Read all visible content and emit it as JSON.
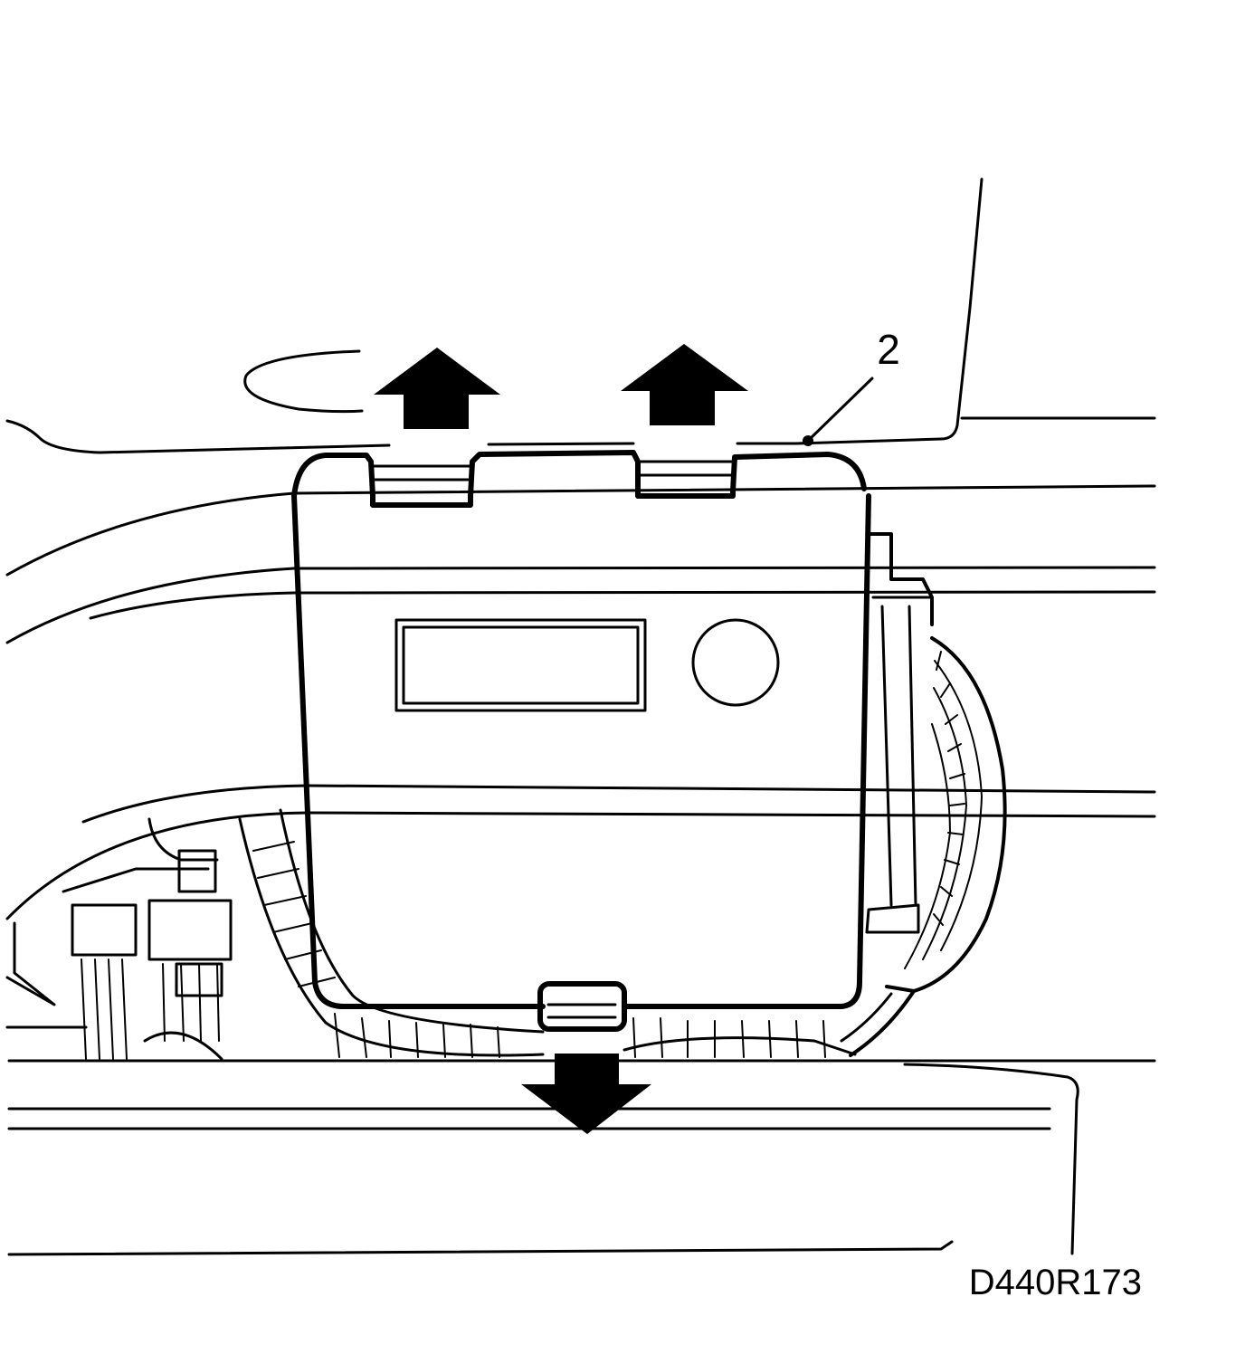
{
  "figure": {
    "callouts": [
      {
        "label": "2",
        "target": "control-module-cover"
      }
    ],
    "reference_code": "D440R173",
    "arrows": [
      {
        "name": "lift-up-arrow-left",
        "direction": "up"
      },
      {
        "name": "lift-up-arrow-right",
        "direction": "up"
      },
      {
        "name": "pull-down-arrow",
        "direction": "down"
      }
    ],
    "colors": {
      "ink": "#000000",
      "paper": "#ffffff"
    }
  }
}
